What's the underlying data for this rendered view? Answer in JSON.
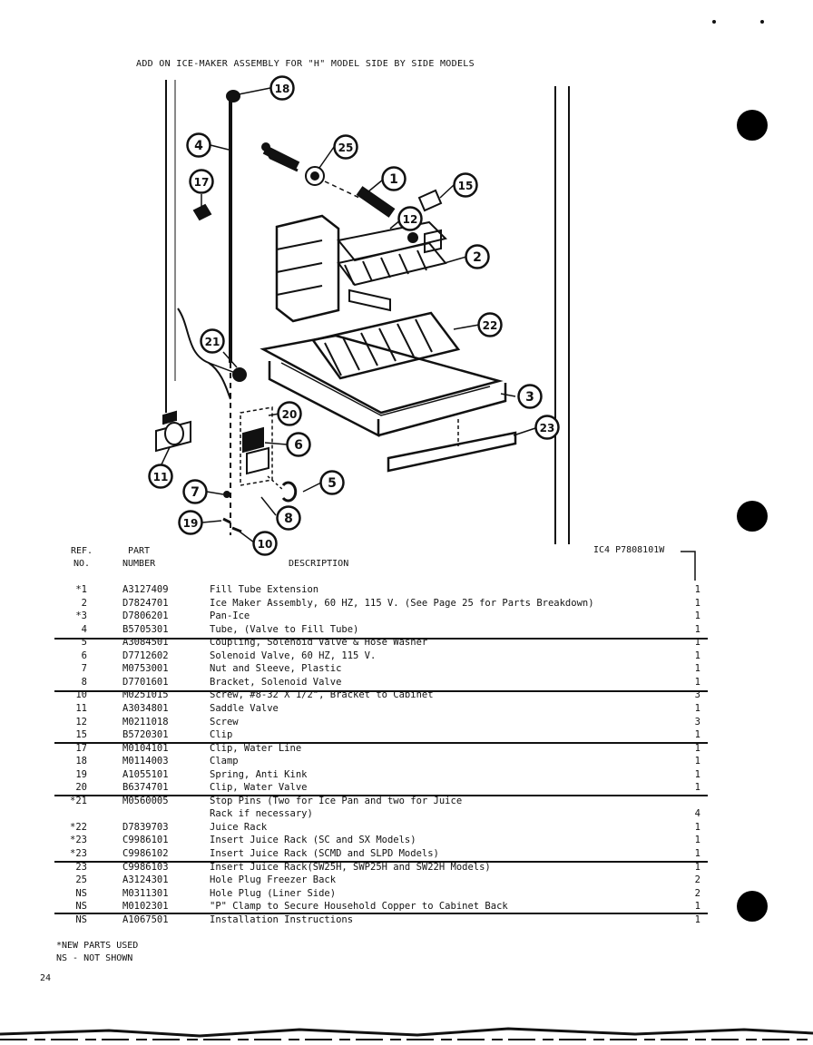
{
  "title": "ADD ON ICE-MAKER ASSEMBLY FOR \"H\" MODEL SIDE BY SIDE MODELS",
  "diagram_callouts": [
    "18",
    "4",
    "25",
    "1",
    "15",
    "17",
    "12",
    "2",
    "22",
    "21",
    "3",
    "20",
    "6",
    "23",
    "11",
    "5",
    "7",
    "8",
    "19",
    "10"
  ],
  "table": {
    "header": {
      "ref": "REF.",
      "no": "NO.",
      "part": "PART",
      "number": "NUMBER",
      "description": "DESCRIPTION",
      "drawing_id": "IC4 P7808101W"
    },
    "rows": [
      {
        "ref": "*1",
        "part": "A3127409",
        "desc": "Fill Tube Extension",
        "qty": "1"
      },
      {
        "ref": "2",
        "part": "D7824701",
        "desc": "Ice Maker Assembly, 60 HZ, 115 V. (See Page 25 for Parts Breakdown)",
        "qty": "1"
      },
      {
        "ref": "*3",
        "part": "D7806201",
        "desc": "Pan-Ice",
        "qty": "1"
      },
      {
        "ref": "4",
        "part": "B5705301",
        "desc": "Tube, (Valve to Fill Tube)",
        "qty": "1"
      },
      {
        "ref": "5",
        "part": "A3084501",
        "desc": "Coupling, Solenoid Valve & Hose Washer",
        "qty": "1"
      },
      {
        "ref": "6",
        "part": "D7712602",
        "desc": "Solenoid Valve, 60 HZ, 115 V.",
        "qty": "1"
      },
      {
        "ref": "7",
        "part": "M0753001",
        "desc": "Nut and Sleeve, Plastic",
        "qty": "1"
      },
      {
        "ref": "8",
        "part": "D7701601",
        "desc": "Bracket, Solenoid Valve",
        "qty": "1"
      },
      {
        "ref": "10",
        "part": "M0251015",
        "desc": "Screw, #8-32 X 1/2\", Bracket to Cabinet",
        "qty": "3"
      },
      {
        "ref": "11",
        "part": "A3034801",
        "desc": "Saddle Valve",
        "qty": "1"
      },
      {
        "ref": "12",
        "part": "M0211018",
        "desc": "Screw",
        "qty": "3"
      },
      {
        "ref": "15",
        "part": "B5720301",
        "desc": "Clip",
        "qty": "1"
      },
      {
        "ref": "17",
        "part": "M0104101",
        "desc": "Clip, Water Line",
        "qty": "1"
      },
      {
        "ref": "18",
        "part": "M0114003",
        "desc": "Clamp",
        "qty": "1"
      },
      {
        "ref": "19",
        "part": "A1055101",
        "desc": "Spring, Anti Kink",
        "qty": "1"
      },
      {
        "ref": "20",
        "part": "B6374701",
        "desc": "Clip, Water Valve",
        "qty": "1"
      },
      {
        "ref": "*21",
        "part": "M0560005",
        "desc": "Stop Pins (Two for Ice Pan and two for Juice",
        "qty": ""
      },
      {
        "ref": "",
        "part": "",
        "desc": "Rack if necessary)",
        "qty": "4"
      },
      {
        "ref": "*22",
        "part": "D7839703",
        "desc": "Juice Rack",
        "qty": "1"
      },
      {
        "ref": "*23",
        "part": "C9986101",
        "desc": "Insert Juice Rack (SC and SX Models)",
        "qty": "1"
      },
      {
        "ref": "*23",
        "part": "C9986102",
        "desc": "Insert Juice Rack (SCMD and SLPD Models)",
        "qty": "1"
      },
      {
        "ref": "23",
        "part": "C9986103",
        "desc": "Insert Juice Rack(SW25H, SWP25H and SW22H Models)",
        "qty": "1"
      },
      {
        "ref": "25",
        "part": "A3124301",
        "desc": "Hole Plug Freezer Back",
        "qty": "2"
      },
      {
        "ref": "NS",
        "part": "M0311301",
        "desc": "Hole Plug (Liner Side)",
        "qty": "2"
      },
      {
        "ref": "NS",
        "part": "M0102301",
        "desc": "\"P\" Clamp to Secure Household Copper to Cabinet Back",
        "qty": "1"
      },
      {
        "ref": "NS",
        "part": "A1067501",
        "desc": "Installation Instructions",
        "qty": "1"
      }
    ]
  },
  "notes": {
    "new_parts": "*NEW PARTS USED",
    "not_shown": "NS - NOT SHOWN"
  },
  "page_number": "24"
}
